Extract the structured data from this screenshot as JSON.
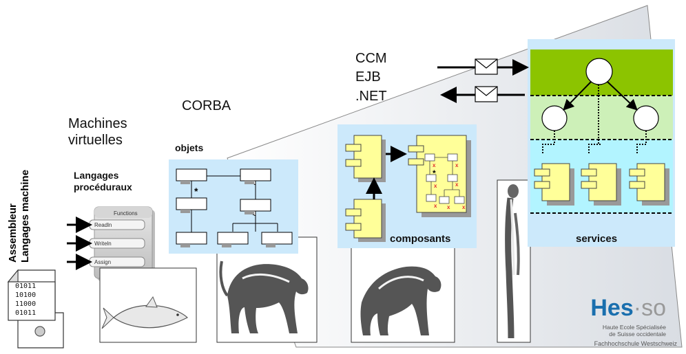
{
  "stages": {
    "assembleur": "Assembleur",
    "langages_machine": "Langages machine",
    "langages_proceduraux_1": "Langages",
    "langages_proceduraux_2": "procéduraux",
    "machines_virtuelles_1": "Machines",
    "machines_virtuelles_2": "virtuelles",
    "corba": "CORBA",
    "objets": "objets",
    "ccm": "CCM",
    "ejb": "EJB",
    "net": ".NET",
    "composants": "composants",
    "services": "services"
  },
  "binary_lines": [
    "01011",
    "10100",
    "11000",
    "01011"
  ],
  "functions_panel": {
    "title": "Functions",
    "items": [
      "Readln",
      "Writeln",
      "Assign"
    ]
  },
  "uml": {
    "multiplicity": "*"
  },
  "logo": {
    "brand_main": "Hes",
    "brand_dot": "·",
    "brand_suffix": "SO",
    "line1": "Haute Ecole Spécialisée",
    "line2": "de Suisse occidentale",
    "line3": "Fachhochschule Westschweiz"
  },
  "colors": {
    "panel_blue": "#cce9fb",
    "component_yellow": "#ffff99",
    "services_green": "#8cc400",
    "services_lightgreen": "#cdf0b8",
    "services_cyan": "#b2f4ff",
    "hes_blue": "#1a6fae",
    "wedge_gray": "#d9dde3"
  }
}
